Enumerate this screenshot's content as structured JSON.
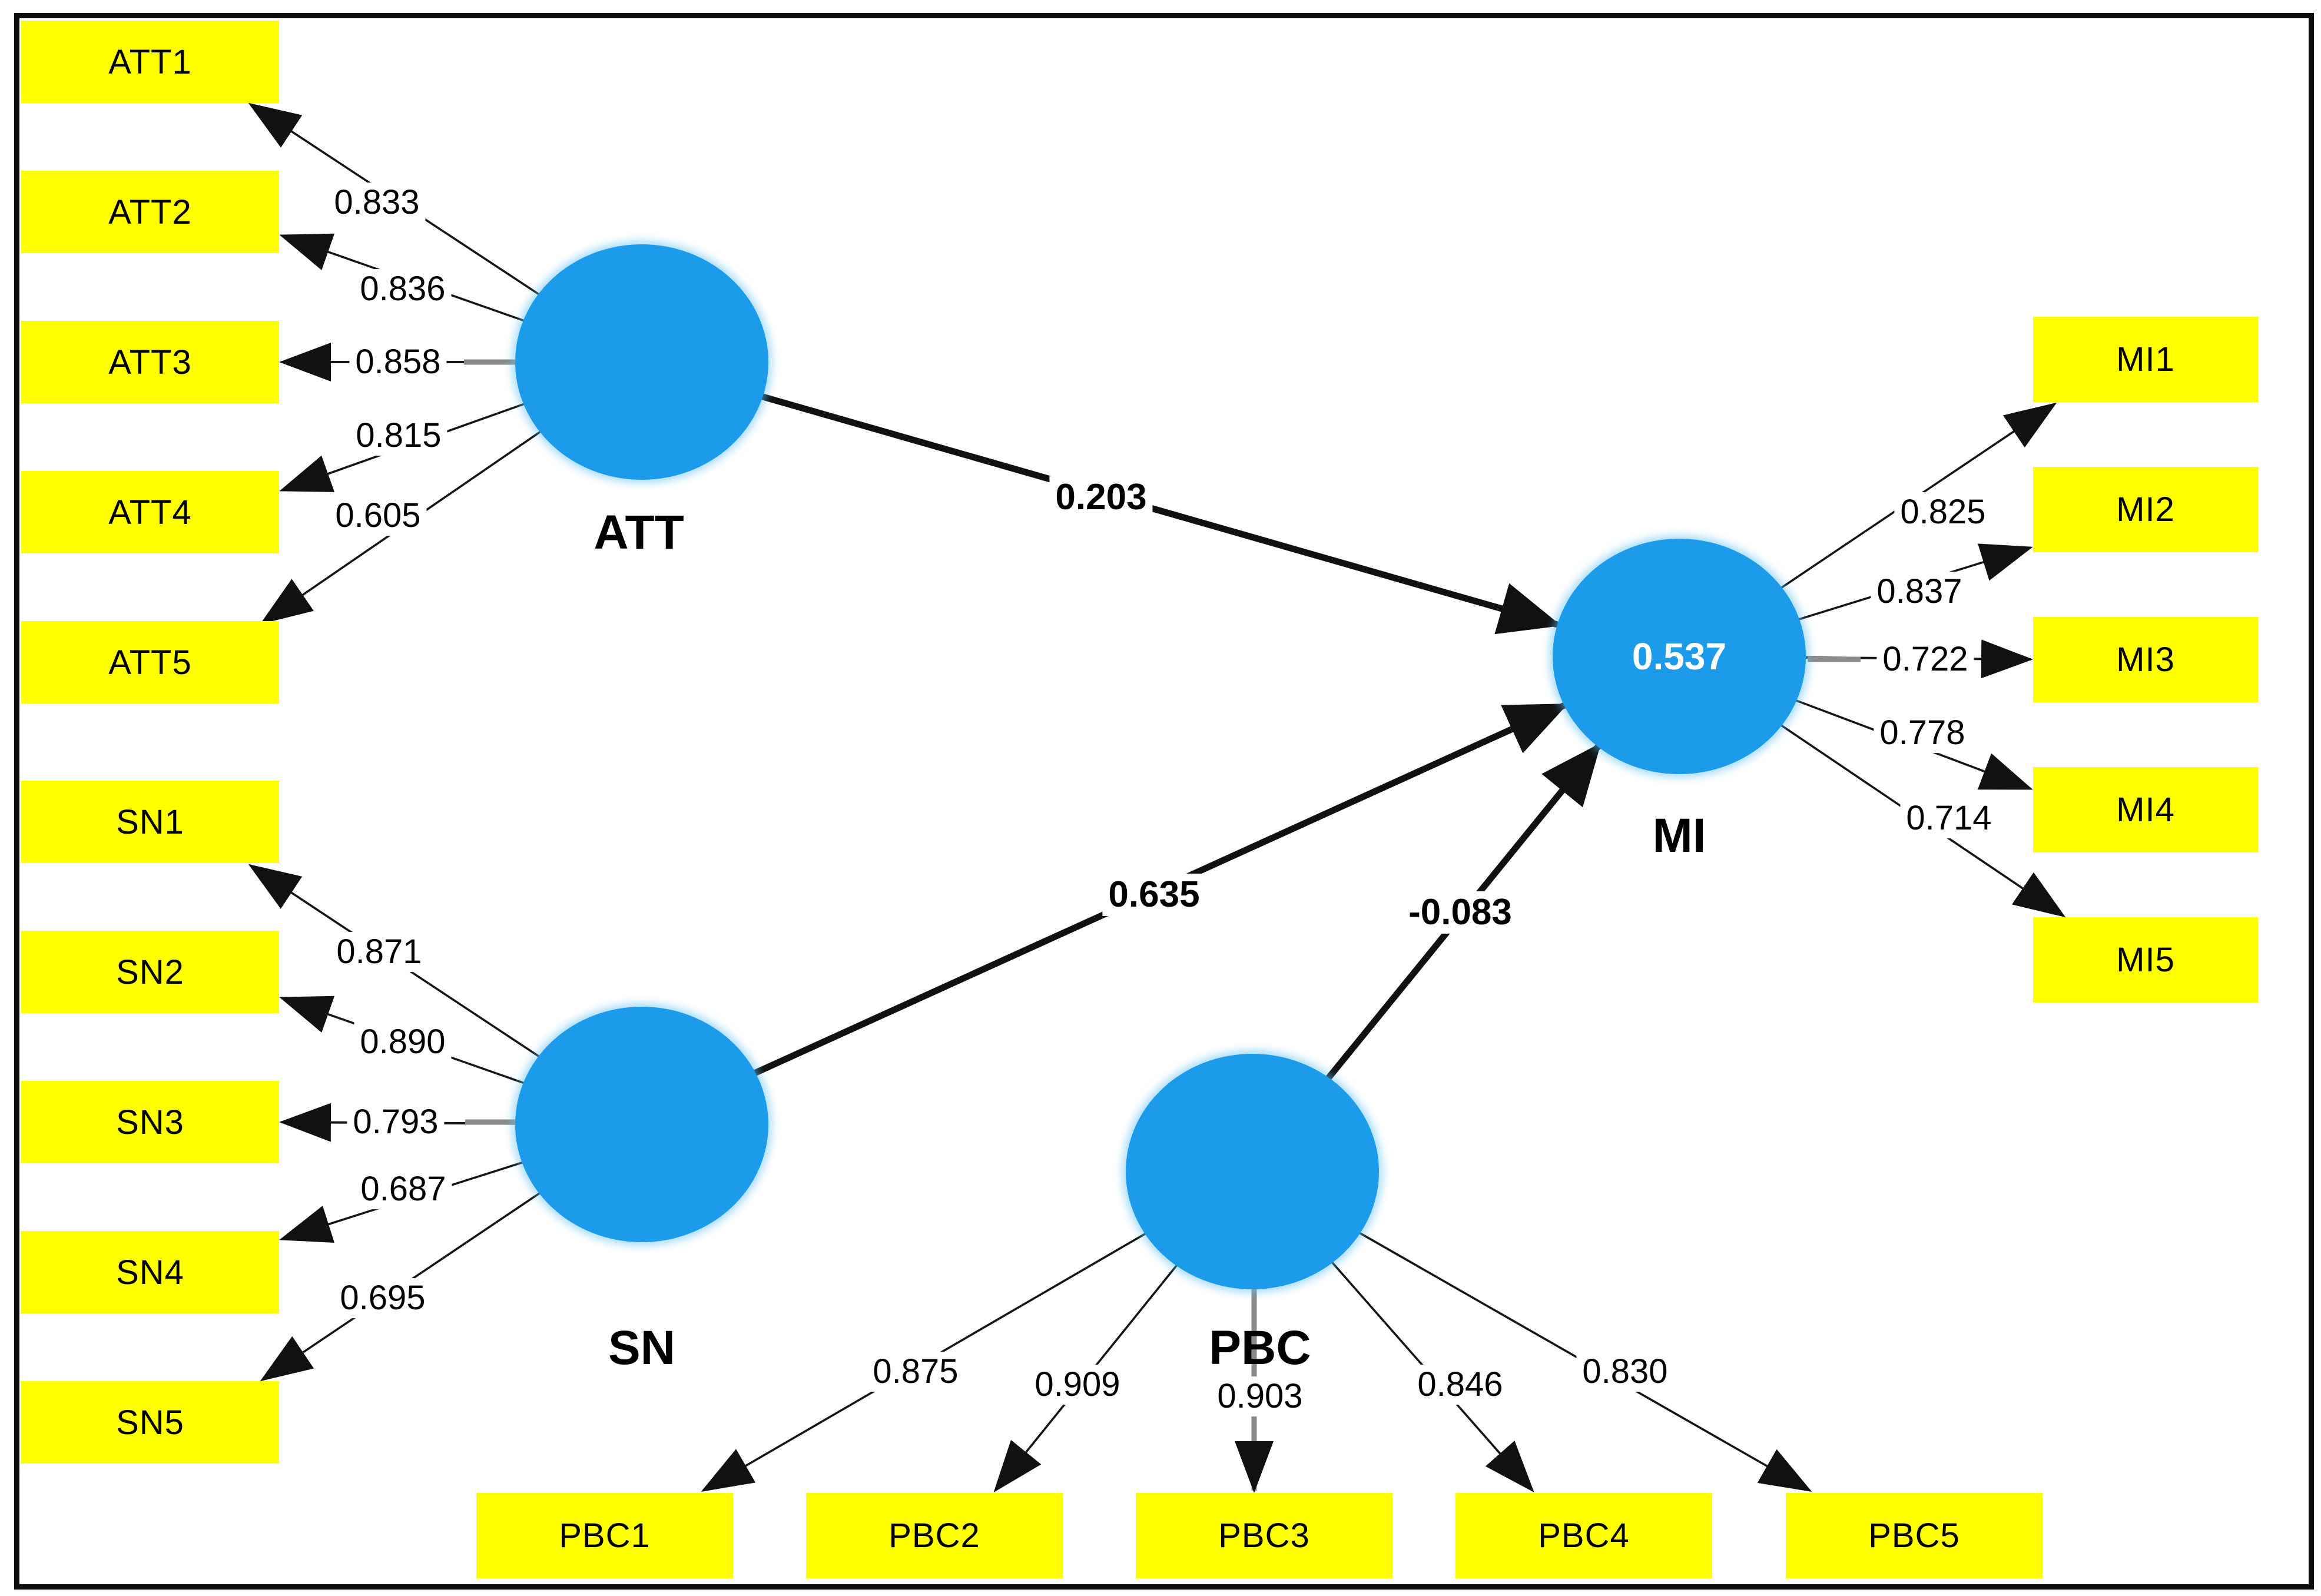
{
  "palette": {
    "node_fill": "#1b9be9",
    "indicator_fill": "#ffff00",
    "line_color": "#161616",
    "straight_segment_color": "#8a8a8a",
    "border_color": "#0d0d0d",
    "background": "#ffffff",
    "r_squared_text_color": "#ffffff"
  },
  "nodes": {
    "att": {
      "label": "ATT",
      "indicators": [
        {
          "id": "ATT1",
          "loading": "0.833"
        },
        {
          "id": "ATT2",
          "loading": "0.836"
        },
        {
          "id": "ATT3",
          "loading": "0.858"
        },
        {
          "id": "ATT4",
          "loading": "0.815"
        },
        {
          "id": "ATT5",
          "loading": "0.605"
        }
      ]
    },
    "sn": {
      "label": "SN",
      "indicators": [
        {
          "id": "SN1",
          "loading": "0.871"
        },
        {
          "id": "SN2",
          "loading": "0.890"
        },
        {
          "id": "SN3",
          "loading": "0.793"
        },
        {
          "id": "SN4",
          "loading": "0.687"
        },
        {
          "id": "SN5",
          "loading": "0.695"
        }
      ]
    },
    "pbc": {
      "label": "PBC",
      "indicators": [
        {
          "id": "PBC1",
          "loading": "0.875"
        },
        {
          "id": "PBC2",
          "loading": "0.909"
        },
        {
          "id": "PBC3",
          "loading": "0.903"
        },
        {
          "id": "PBC4",
          "loading": "0.846"
        },
        {
          "id": "PBC5",
          "loading": "0.830"
        }
      ]
    },
    "mi": {
      "label": "MI",
      "r_squared": "0.537",
      "indicators": [
        {
          "id": "MI1",
          "loading": "0.825"
        },
        {
          "id": "MI2",
          "loading": "0.837"
        },
        {
          "id": "MI3",
          "loading": "0.722"
        },
        {
          "id": "MI4",
          "loading": "0.778"
        },
        {
          "id": "MI5",
          "loading": "0.714"
        }
      ]
    }
  },
  "paths": [
    {
      "from": "ATT",
      "to": "MI",
      "value": "0.203"
    },
    {
      "from": "SN",
      "to": "MI",
      "value": "0.635"
    },
    {
      "from": "PBC",
      "to": "MI",
      "value": "-0.083"
    }
  ]
}
